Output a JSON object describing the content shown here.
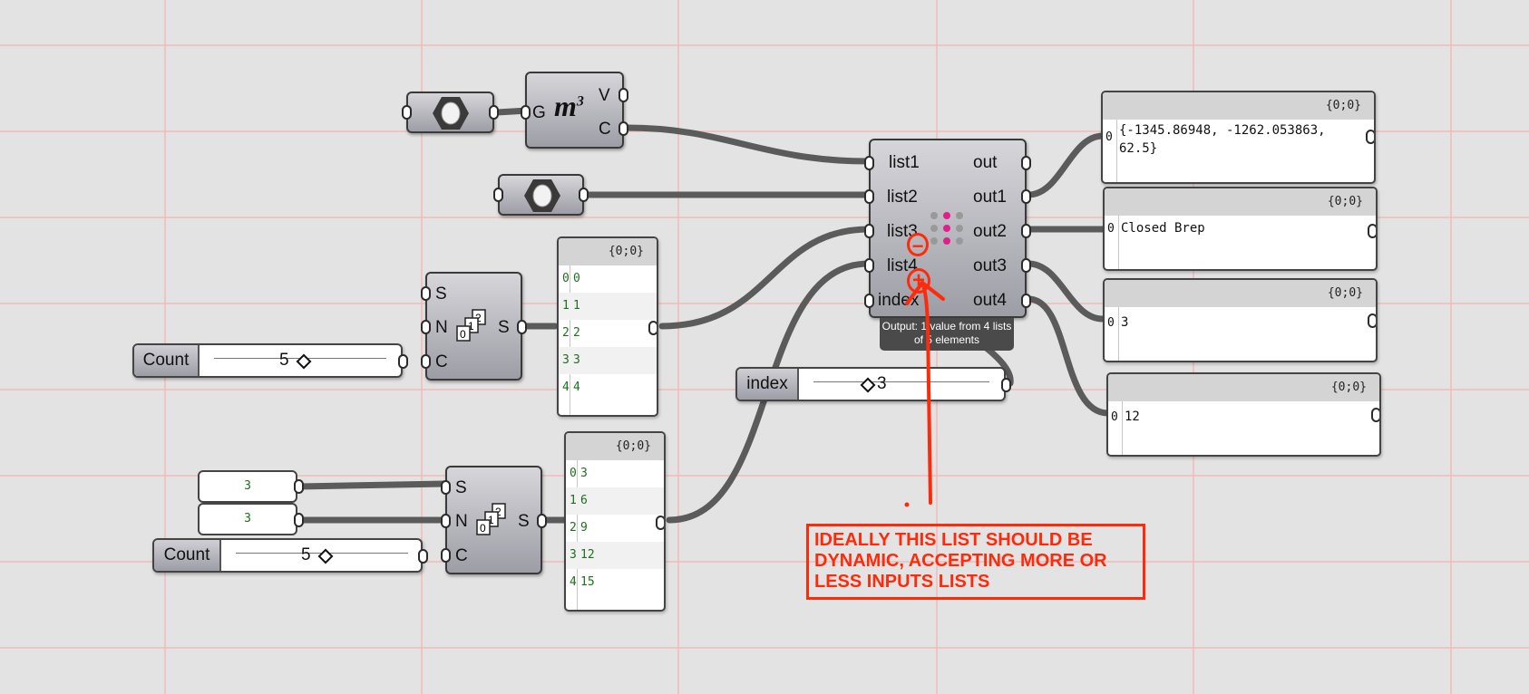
{
  "colors": {
    "annotation": "#ff2a0a",
    "canvas": "#e3e3e3",
    "grid": "#f0b8b8",
    "wire": "#5a5a5a",
    "green_text": "#1f6e1f"
  },
  "volume_component": {
    "input": "G",
    "outputs": [
      "V",
      "C"
    ],
    "icon": "m³",
    "icon_exp": "3",
    "icon_base": "m"
  },
  "geometry_params": [
    {
      "icon": "geometry-hexagon-icon"
    },
    {
      "icon": "geometry-hexagon-icon"
    }
  ],
  "pick_component": {
    "inputs": [
      "list1",
      "list2",
      "list3",
      "list4",
      "index"
    ],
    "outputs": [
      "out",
      "out1",
      "out2",
      "out3",
      "out4"
    ],
    "tooltip_line1": "Output: 1 value from 4 lists",
    "tooltip_line2": "of 5 elements",
    "zui_minus": "−",
    "zui_plus": "+"
  },
  "series_top": {
    "inputs": [
      "S",
      "N",
      "C"
    ],
    "output": "S",
    "icon": "series-icon"
  },
  "series_bottom": {
    "inputs": [
      "S",
      "N",
      "C"
    ],
    "output": "S",
    "icon": "series-icon"
  },
  "list_panel_top": {
    "header": "{0;0}",
    "rows": [
      {
        "i": "0",
        "v": "0"
      },
      {
        "i": "1",
        "v": "1"
      },
      {
        "i": "2",
        "v": "2"
      },
      {
        "i": "3",
        "v": "3"
      },
      {
        "i": "4",
        "v": "4"
      }
    ]
  },
  "list_panel_bottom": {
    "header": "{0;0}",
    "rows": [
      {
        "i": "0",
        "v": "3"
      },
      {
        "i": "1",
        "v": "6"
      },
      {
        "i": "2",
        "v": "9"
      },
      {
        "i": "3",
        "v": "12"
      },
      {
        "i": "4",
        "v": "15"
      }
    ]
  },
  "slider_count_top": {
    "name": "Count",
    "value": "5"
  },
  "slider_count_bottom": {
    "name": "Count",
    "value": "5"
  },
  "slider_index": {
    "name": "index",
    "value": "3"
  },
  "num_inputs": [
    "3",
    "3"
  ],
  "output_panels": [
    {
      "header": "{0;0}",
      "index": "0",
      "text1": "{-1345.86948, -1262.053863,",
      "text2": "62.5}"
    },
    {
      "header": "{0;0}",
      "index": "0",
      "text1": "Closed Brep",
      "text2": ""
    },
    {
      "header": "{0;0}",
      "index": "0",
      "text1": "3",
      "text2": ""
    },
    {
      "header": "{0;0}",
      "index": "0",
      "text1": "12",
      "text2": ""
    }
  ],
  "annotation": {
    "line1": "IDEALLY THIS LIST SHOULD BE",
    "line2": "DYNAMIC, ACCEPTING MORE OR",
    "line3": "LESS INPUTS LISTS"
  }
}
